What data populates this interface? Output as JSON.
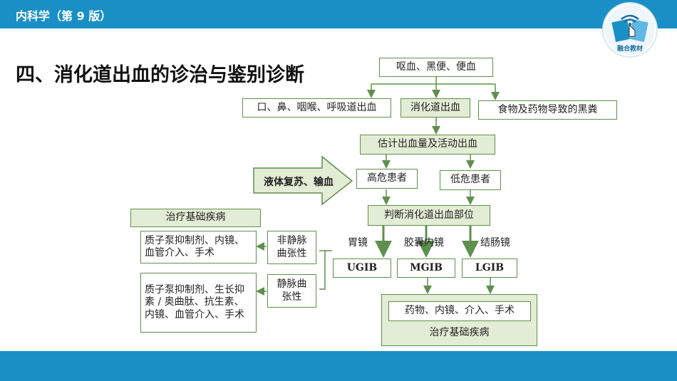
{
  "header": {
    "title": "内科学（第 9 版）"
  },
  "logo": {
    "text": "融合教材"
  },
  "heading": "四、消化道出血的诊治与鉴别诊断",
  "flow": {
    "top": "呕血、黑便、便血",
    "branch_left": "口、鼻、咽喉、呼吸道出血",
    "branch_mid": "消化道出血",
    "branch_right": "食物及药物导致的黑粪",
    "estimate": "估计出血量及活动出血",
    "fluid": "液体复苏、输血",
    "high_risk": "高危患者",
    "low_risk": "低危患者",
    "locate": "判断消化道出血部位",
    "gastroscopy": "胃镜",
    "capsule": "胶囊内镜",
    "colonoscopy": "结肠镜",
    "ugib": "UGIB",
    "mgib": "MGIB",
    "lgib": "LGIB",
    "treat_box_inner": "药物、内镜、介入、手术",
    "treat_box_label": "治疗基础疾病",
    "left_title": "治疗基础疾病",
    "nonvariceal": "非静脉曲张性",
    "variceal": "静脉曲张性",
    "nonvariceal_tx": "质子泵抑制剂、内镜、血管介入、手术",
    "variceal_tx": "质子泵抑制剂、生长抑素 / 奥曲肽、抗生素、内镜、血管介入、手术"
  }
}
